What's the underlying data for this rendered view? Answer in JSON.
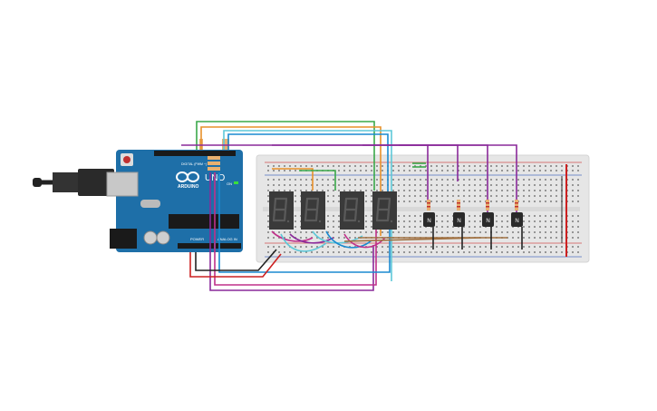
{
  "arduino": {
    "brand": "ARDUINO",
    "model": "UNO",
    "label_power": "POWER",
    "label_analog": "ANALOG IN",
    "label_digital": "DIGITAL (PWM ~)",
    "label_on": "ON"
  },
  "displays": [
    {
      "digit": "8"
    },
    {
      "digit": "8"
    },
    {
      "digit": "8"
    },
    {
      "digit": "8"
    }
  ],
  "transistors": [
    {
      "label": "N"
    },
    {
      "label": "N"
    },
    {
      "label": "N"
    },
    {
      "label": "N"
    }
  ],
  "colors": {
    "board": "#1e6fa8",
    "breadboard": "#e6e6e6",
    "display": "#3a3a3a",
    "wire_green": "#3aa84a",
    "wire_orange": "#e8912a",
    "wire_blue": "#1a8ad0",
    "wire_cyan": "#5ec8d8",
    "wire_purple": "#8a2a9a",
    "wire_magenta": "#c0308a",
    "wire_red": "#cc2020",
    "wire_brown": "#a07040",
    "wire_black": "#222222"
  }
}
